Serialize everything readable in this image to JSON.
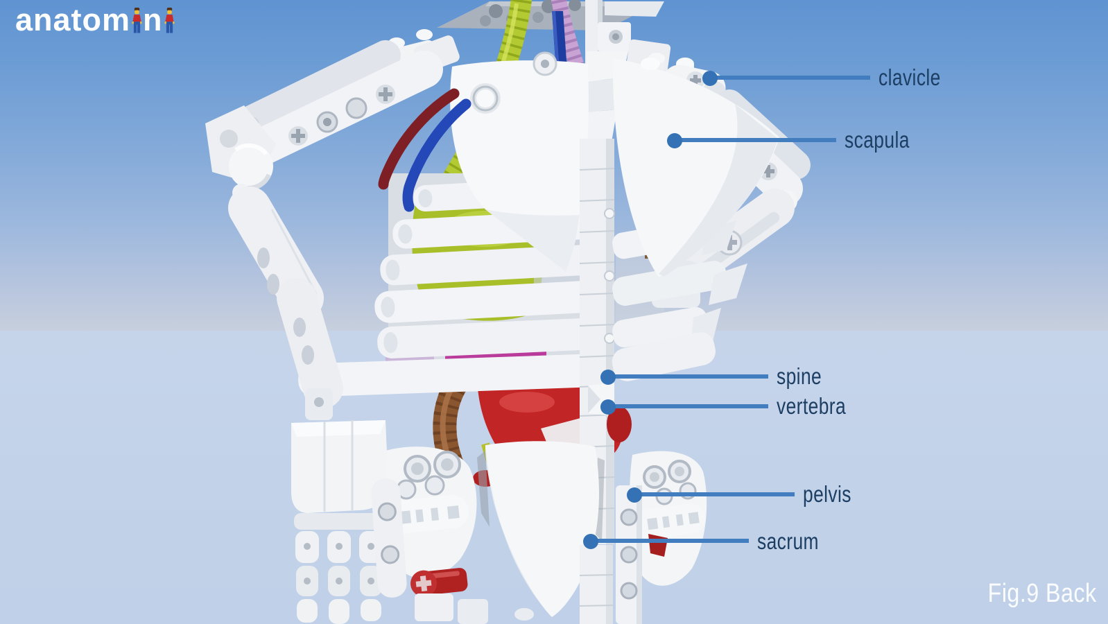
{
  "app": {
    "logo_part1": "anatom",
    "logo_part2": "n",
    "logo_full": "anatomini",
    "logo_icon": "lego-minifig-icon"
  },
  "figure": {
    "caption": "Fig.9 Back",
    "subject": "LEGO skeleton model, back view, with anatomical labels"
  },
  "labels": [
    {
      "text": "clavicle"
    },
    {
      "text": "scapula"
    },
    {
      "text": "spine"
    },
    {
      "text": "vertebra"
    },
    {
      "text": "pelvis"
    },
    {
      "text": "sacrum"
    }
  ],
  "colors": {
    "sky_top": "#5f93d1",
    "sky_horizon": "#c6cfdd",
    "ground": "#c3d3e9",
    "label_text": "#1d3e63",
    "leader_line": "#417dbf",
    "leader_dot": "#3572b5",
    "logo_text": "#fdfdfe",
    "caption_text": "#fbfcfd",
    "plastic_white": "#f3f4f6",
    "plastic_shadow": "#d9dee4",
    "head_plate_grey": "#a9b1bd",
    "tube_green": "#b4ca33",
    "tube_pink": "#c9a3d4",
    "rod_blue": "#1d3da0",
    "cable_dark_red": "#7d1f24",
    "cable_blue": "#2448b8",
    "organ_green": "#a8bf2a",
    "organ_magenta": "#b93b9b",
    "organ_lavender": "#c8aed6",
    "intestine_brown": "#8a5630",
    "organ_red": "#c22525",
    "axle_red": "#b02222",
    "minifig_torso_red": "#c92a2a",
    "minifig_legs_blue": "#2b57a9",
    "minifig_skin_yellow": "#f2bf2e",
    "minifig_hair_brown": "#53301c"
  }
}
